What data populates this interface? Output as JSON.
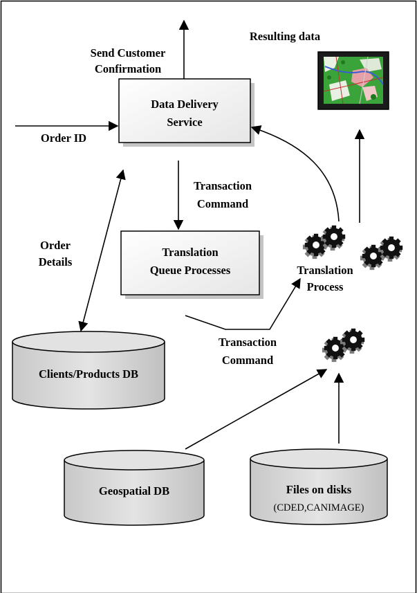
{
  "diagram": {
    "nodes": {
      "data_delivery_service": [
        "Data Delivery",
        "Service"
      ],
      "translation_queue": [
        "Translation",
        "Queue Processes"
      ],
      "clients_products_db": "Clients/Products DB",
      "geospatial_db": "Geospatial DB",
      "files_on_disks": "Files on disks",
      "files_on_disks_sub": "(CDED,CANIMAGE)",
      "resulting_data": "Resulting data",
      "translation_process": [
        "Translation",
        "Process"
      ]
    },
    "labels": {
      "send_confirmation": [
        "Send Customer",
        "Confirmation"
      ],
      "order_id": "Order ID",
      "transaction_command_1": [
        "Transaction",
        "Command"
      ],
      "order_details": [
        "Order",
        "Details"
      ],
      "transaction_command_2": [
        "Transaction",
        "Command"
      ]
    },
    "icons": {
      "map": "map-thumbnail-icon",
      "gears": "gears-icon"
    },
    "colors": {
      "line": "#000000",
      "box_fill": "#ffffff",
      "box_shade": "#cccccc",
      "cylinder_top": "#e0e0e0",
      "cylinder_body": "#d6d6d6",
      "gear_dark": "#111111",
      "gear_grey": "#888888"
    }
  }
}
